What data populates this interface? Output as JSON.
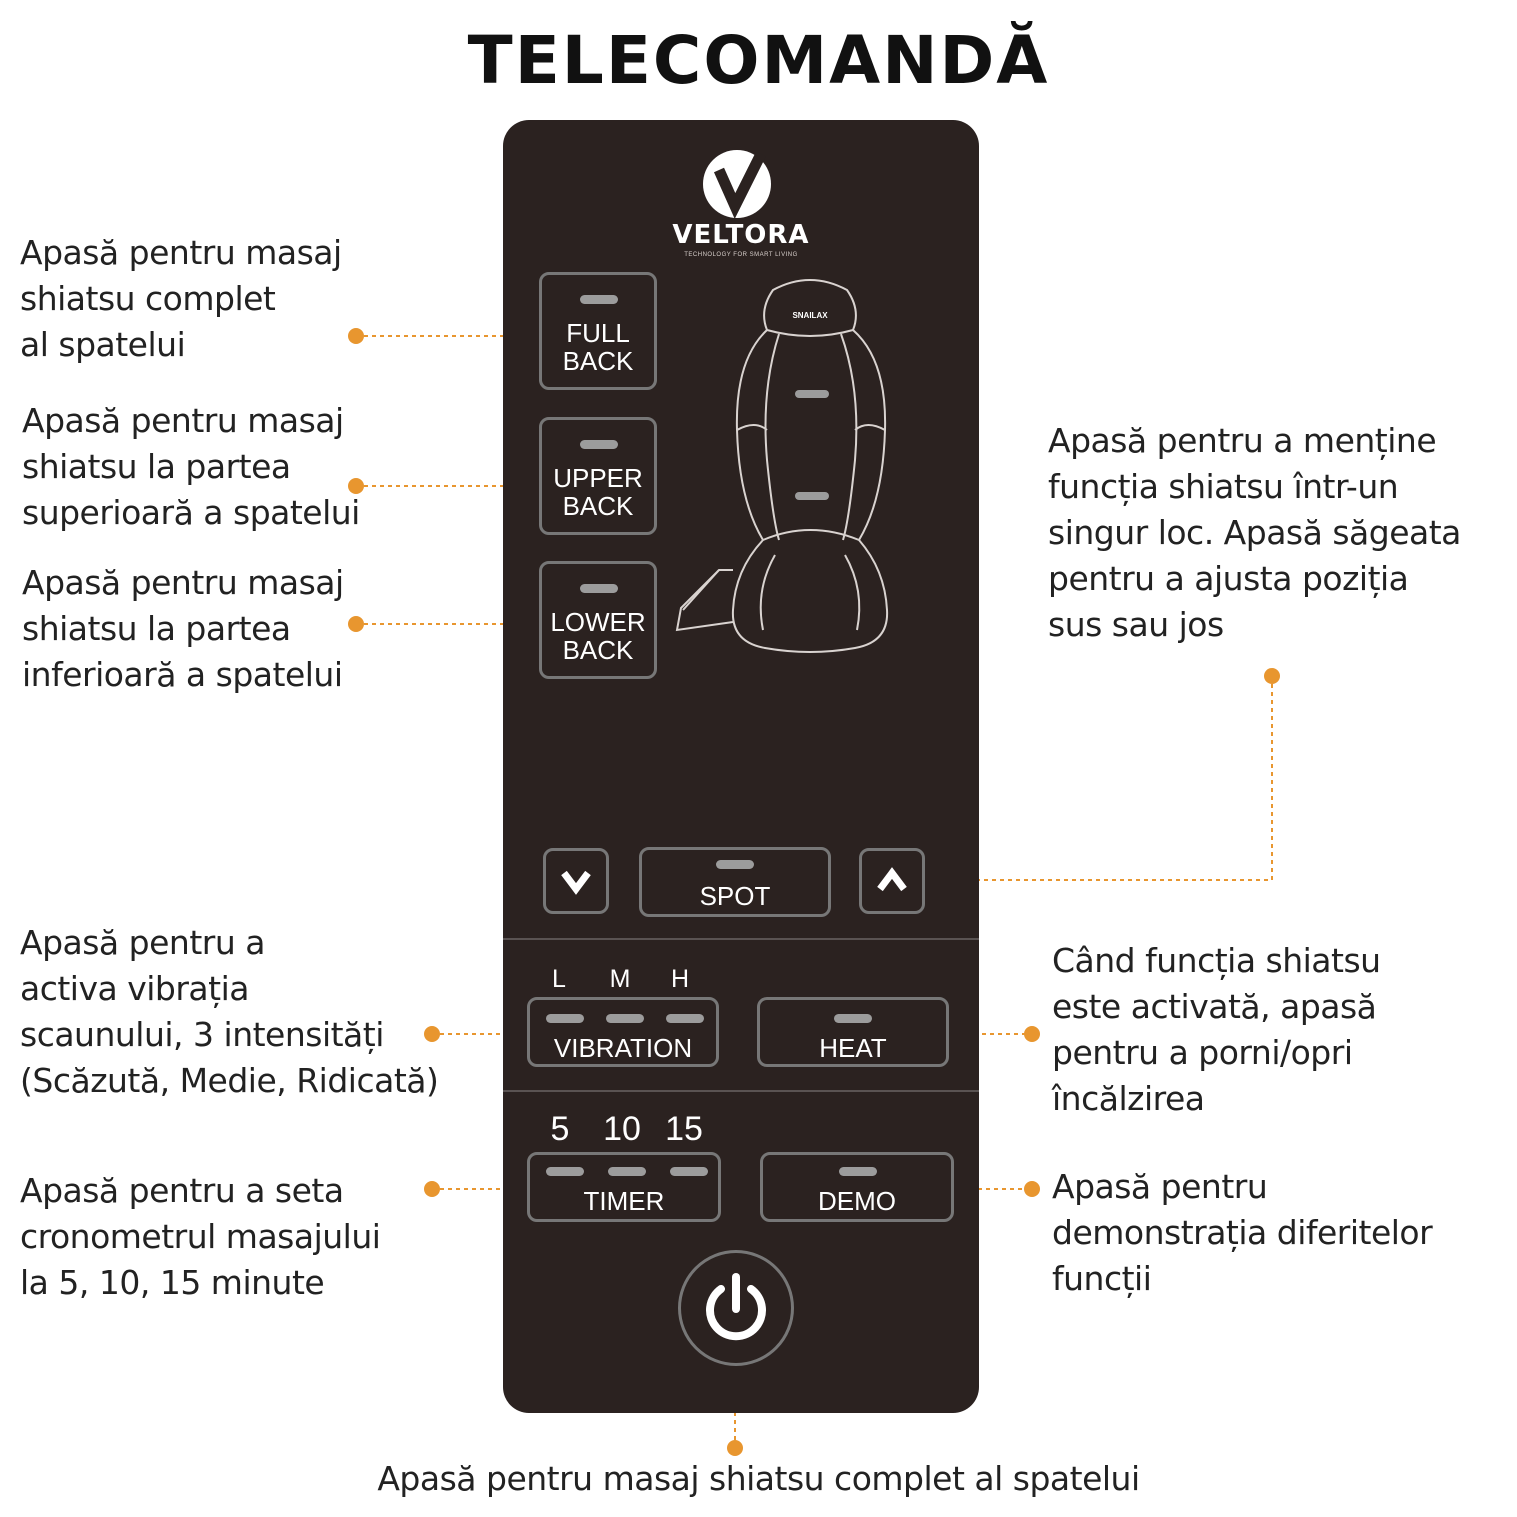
{
  "title": "TELECOMANDĂ",
  "accent_color": "#e8962f",
  "remote": {
    "brand": "VELTORA",
    "brand_tagline": "TECHNOLOGY FOR SMART LIVING",
    "seat_logo": "SNAILAX",
    "buttons": {
      "full_back": "FULL\nBACK",
      "upper_back": "UPPER\nBACK",
      "lower_back": "LOWER\nBACK",
      "spot": "SPOT",
      "vibration": "VIBRATION",
      "heat": "HEAT",
      "timer": "TIMER",
      "demo": "DEMO"
    },
    "vibration_levels": [
      "L",
      "M",
      "H"
    ],
    "timer_values": [
      "5",
      "10",
      "15"
    ],
    "icons": {
      "down": "chevron-down-icon",
      "up": "chevron-up-icon",
      "power": "power-icon"
    }
  },
  "notes": {
    "full_back": "Apasă pentru masaj\nshiatsu complet\nal spatelui",
    "upper_back": "Apasă pentru masaj\nshiatsu la partea\nsuperioară a spatelui",
    "lower_back": "Apasă pentru masaj\nshiatsu la partea\ninferioară a spatelui",
    "spot": "Apasă pentru a menține\nfuncția shiatsu într-un\nsingur loc. Apasă săgeata\npentru a ajusta poziția\nsus sau jos",
    "vibration": "Apasă pentru a\nactiva vibrația\nscaunului, 3 intensități\n(Scăzută, Medie, Ridicată)",
    "heat": "Când funcția shiatsu\neste activată, apasă\npentru a porni/opri\nîncălzirea",
    "timer": "Apasă pentru a seta\ncronometrul masajului\nla 5, 10, 15 minute",
    "demo": "Apasă pentru\ndemonstrația diferitelor\nfuncții",
    "power": "Apasă pentru masaj shiatsu complet al spatelui"
  }
}
